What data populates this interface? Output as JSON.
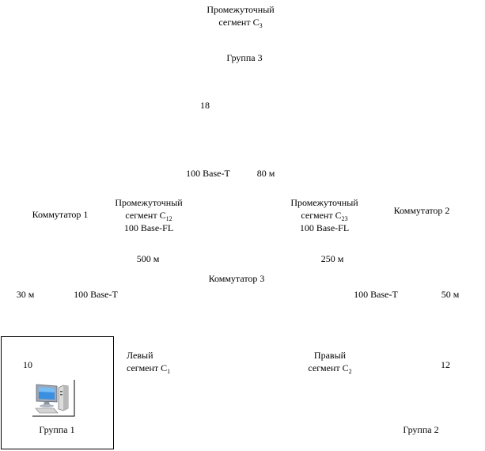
{
  "nodes": {
    "segment_c3": {
      "line1": "Промежуточный",
      "line2": "сегмент С",
      "sub": "3"
    },
    "group3": {
      "label": "Группа 3"
    },
    "group3_count": {
      "value": "18"
    },
    "uplink": {
      "type": "100 Base-T",
      "length": "80 м"
    },
    "switch1": {
      "label": "Коммутатор 1"
    },
    "switch2": {
      "label": "Коммутатор 2"
    },
    "switch3": {
      "label": "Коммутатор 3"
    },
    "segment_c12": {
      "line1": "Промежуточный",
      "line2": "сегмент С",
      "sub": "12",
      "medium": "100 Base-FL",
      "length": "500 м"
    },
    "segment_c23": {
      "line1": "Промежуточный",
      "line2": "сегмент С",
      "sub": "23",
      "medium": "100 Base-FL",
      "length": "250 м"
    },
    "left_link": {
      "length": "30 м",
      "type": "100 Base-T"
    },
    "right_link": {
      "type": "100 Base-T",
      "length": "50 м"
    },
    "left_segment": {
      "line1": "Левый",
      "line2": "сегмент С",
      "sub": "1"
    },
    "right_segment": {
      "line1": "Правый",
      "line2": "сегмент С",
      "sub": "2"
    },
    "group1": {
      "label": "Группа 1",
      "count": "10"
    },
    "group2": {
      "label": "Группа 2",
      "count": "12"
    }
  },
  "icons": {
    "computer": "computer-icon"
  }
}
